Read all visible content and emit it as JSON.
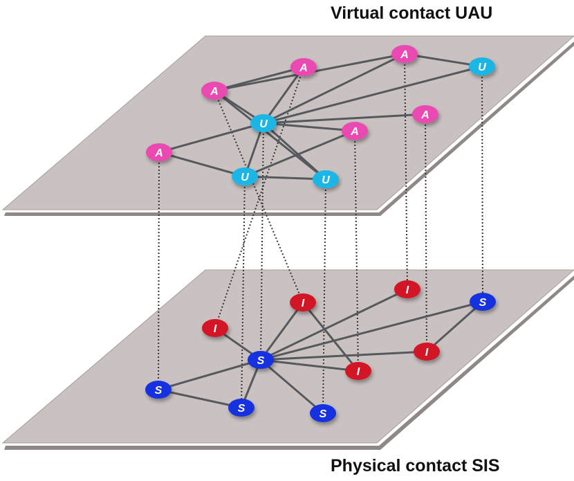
{
  "layers": {
    "top": {
      "title": "Virtual contact UAU",
      "nodes": [
        {
          "id": "t1",
          "label": "A",
          "state": "aware"
        },
        {
          "id": "t2",
          "label": "A",
          "state": "aware"
        },
        {
          "id": "t3",
          "label": "A",
          "state": "aware"
        },
        {
          "id": "t4",
          "label": "U",
          "state": "unaware"
        },
        {
          "id": "t5",
          "label": "U",
          "state": "unaware"
        },
        {
          "id": "t6",
          "label": "A",
          "state": "aware"
        },
        {
          "id": "t7",
          "label": "A",
          "state": "aware"
        },
        {
          "id": "t8",
          "label": "U",
          "state": "unaware"
        },
        {
          "id": "t9",
          "label": "A",
          "state": "aware"
        },
        {
          "id": "t10",
          "label": "U",
          "state": "unaware"
        }
      ],
      "edges": [
        [
          "t1",
          "t2"
        ],
        [
          "t1",
          "t5"
        ],
        [
          "t1",
          "t6"
        ],
        [
          "t1",
          "t8"
        ],
        [
          "t2",
          "t5"
        ],
        [
          "t3",
          "t4"
        ],
        [
          "t3",
          "t5"
        ],
        [
          "t4",
          "t5"
        ],
        [
          "t4",
          "t7"
        ],
        [
          "t5",
          "t6"
        ],
        [
          "t5",
          "t7"
        ],
        [
          "t5",
          "t8"
        ],
        [
          "t5",
          "t9"
        ],
        [
          "t5",
          "t10"
        ],
        [
          "t6",
          "t10"
        ],
        [
          "t8",
          "t4"
        ]
      ]
    },
    "bottom": {
      "title": "Physical contact SIS",
      "nodes": [
        {
          "id": "b1",
          "label": "S",
          "state": "susceptible"
        },
        {
          "id": "b2",
          "label": "S",
          "state": "susceptible"
        },
        {
          "id": "b3",
          "label": "I",
          "state": "infected"
        },
        {
          "id": "b4",
          "label": "I",
          "state": "infected"
        },
        {
          "id": "b5",
          "label": "S",
          "state": "susceptible"
        },
        {
          "id": "b6",
          "label": "I",
          "state": "infected"
        },
        {
          "id": "b7",
          "label": "I",
          "state": "infected"
        },
        {
          "id": "b8",
          "label": "S",
          "state": "susceptible"
        },
        {
          "id": "b9",
          "label": "I",
          "state": "infected"
        },
        {
          "id": "b10",
          "label": "S",
          "state": "susceptible"
        }
      ],
      "edges": [
        [
          "b1",
          "b2"
        ],
        [
          "b1",
          "b5"
        ],
        [
          "b2",
          "b5"
        ],
        [
          "b3",
          "b5"
        ],
        [
          "b4",
          "b5"
        ],
        [
          "b4",
          "b7"
        ],
        [
          "b5",
          "b6"
        ],
        [
          "b5",
          "b7"
        ],
        [
          "b5",
          "b8"
        ],
        [
          "b5",
          "b9"
        ],
        [
          "b5",
          "b10"
        ],
        [
          "b9",
          "b10"
        ]
      ]
    }
  },
  "interlinks": [
    [
      "t1",
      "b4"
    ],
    [
      "t2",
      "b3"
    ],
    [
      "t3",
      "b1"
    ],
    [
      "t4",
      "b2"
    ],
    [
      "t5",
      "b5"
    ],
    [
      "t6",
      "b6"
    ],
    [
      "t7",
      "b7"
    ],
    [
      "t8",
      "b8"
    ],
    [
      "t9",
      "b9"
    ],
    [
      "t10",
      "b10"
    ]
  ],
  "colors": {
    "plane_fill": "#c9c2c0",
    "plane_edge": "#a39c9a",
    "edge": "#55595e",
    "interlink": "#333333",
    "aware": "#ea4ab2",
    "unaware": "#1eb6e6",
    "susceptible": "#1530e0",
    "infected": "#d21228"
  }
}
